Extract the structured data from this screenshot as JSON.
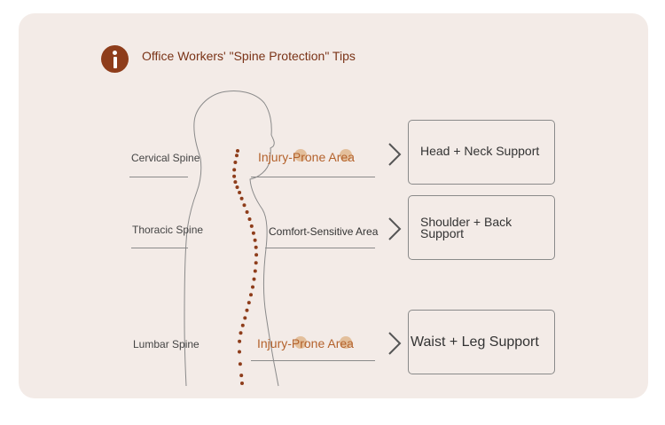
{
  "header": {
    "icon": "info-icon",
    "title": "Office Workers' \"Spine Protection\" Tips"
  },
  "colors": {
    "card_background": "#f3ebe7",
    "accent": "#8e3d1b",
    "injury_text": "#b4622c",
    "spine_dots": "#8e3d1b"
  },
  "rows": [
    {
      "spine": "Cervical Spine",
      "area": "Injury-Prone Area",
      "area_kind": "injury",
      "support_lines": [
        "Head + Neck Support"
      ]
    },
    {
      "spine": "Thoracic Spine",
      "area": "Comfort-Sensitive Area",
      "area_kind": "comfort",
      "support_lines": [
        "Shoulder + Back",
        "Support"
      ]
    },
    {
      "spine": "Lumbar Spine",
      "area": "Injury-Prone Area",
      "area_kind": "injury",
      "support_lines": [
        "Waist + Leg Support"
      ]
    }
  ]
}
